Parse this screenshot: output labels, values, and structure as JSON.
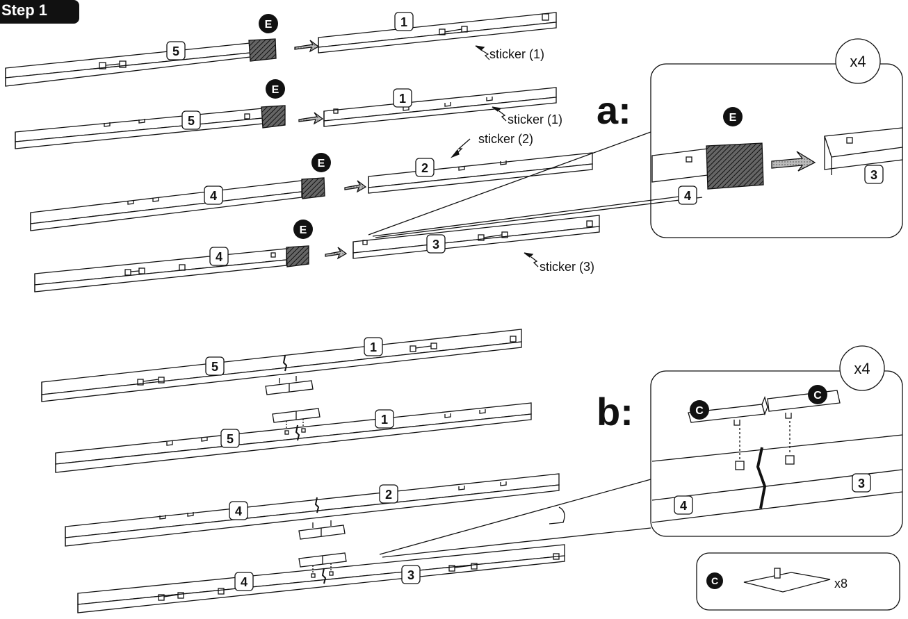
{
  "header": {
    "title": "Step 1"
  },
  "labels": {
    "part_e": "E",
    "part_c": "C",
    "sticker1": "sticker (1)",
    "sticker2": "sticker (2)",
    "sticker3": "sticker (3)",
    "panel_a": "a:",
    "panel_b": "b:",
    "times4": "x4",
    "times8": "x8"
  },
  "parts": {
    "p1": "1",
    "p2": "2",
    "p3": "3",
    "p4": "4",
    "p5": "5"
  },
  "colors": {
    "ink": "#111111",
    "paper": "#ffffff",
    "hatch": "#555555",
    "arrow": "#999999"
  }
}
